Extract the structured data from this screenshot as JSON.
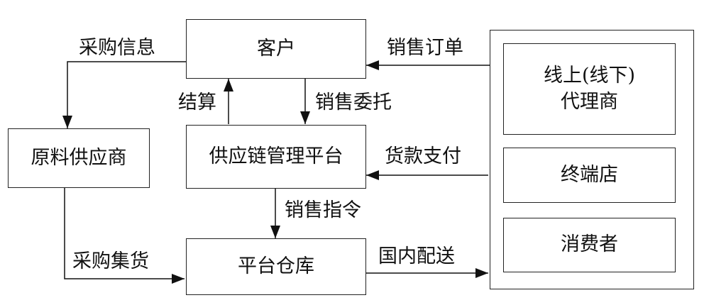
{
  "nodes": {
    "customer": "客户",
    "supplier": "原料供应商",
    "platform": "供应链管理平台",
    "warehouse": "平台仓库",
    "agent_line1": "线上(线下)",
    "agent_line2": "代理商",
    "terminal": "终端店",
    "consumer": "消费者"
  },
  "edges": {
    "purchase_info": "采购信息",
    "sales_order": "销售订单",
    "settlement": "结算",
    "sales_entrust": "销售委托",
    "payment": "货款支付",
    "sales_instruction": "销售指令",
    "purchase_collect": "采购集货",
    "domestic_delivery": "国内配送"
  }
}
